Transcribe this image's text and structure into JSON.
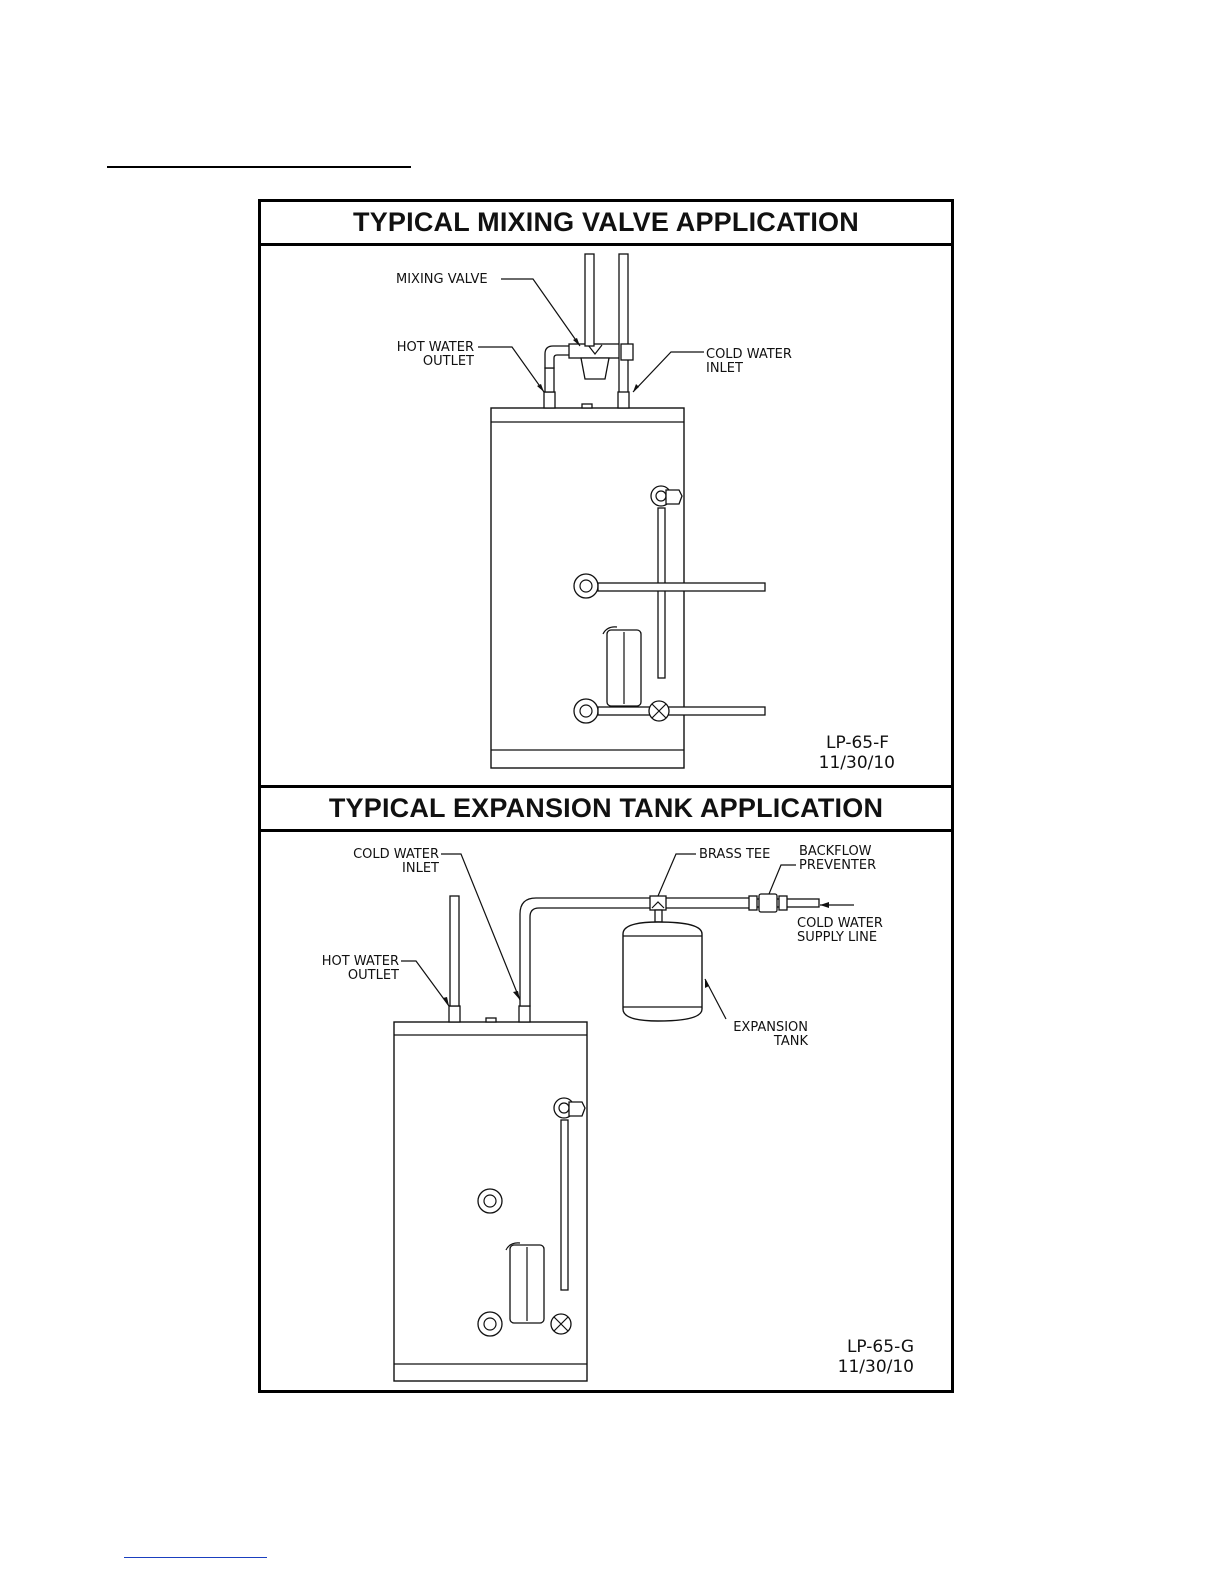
{
  "figure_top": {
    "title": "TYPICAL MIXING VALVE APPLICATION",
    "labels": {
      "mixing_valve": "MIXING VALVE",
      "hot_water_1": "HOT WATER",
      "hot_water_2": "OUTLET",
      "cold_water_1": "COLD WATER",
      "cold_water_2": "INLET"
    },
    "ref_code": "LP-65-F",
    "ref_date": "11/30/10"
  },
  "figure_bottom": {
    "title": "TYPICAL EXPANSION TANK APPLICATION",
    "labels": {
      "cold_inlet_1": "COLD WATER",
      "cold_inlet_2": "INLET",
      "hot_outlet_1": "HOT WATER",
      "hot_outlet_2": "OUTLET",
      "brass_tee": "BRASS TEE",
      "backflow_1": "BACKFLOW",
      "backflow_2": "PREVENTER",
      "supply_1": "COLD WATER",
      "supply_2": "SUPPLY LINE",
      "expansion_1": "EXPANSION",
      "expansion_2": "TANK"
    },
    "ref_code": "LP-65-G",
    "ref_date": "11/30/10"
  }
}
